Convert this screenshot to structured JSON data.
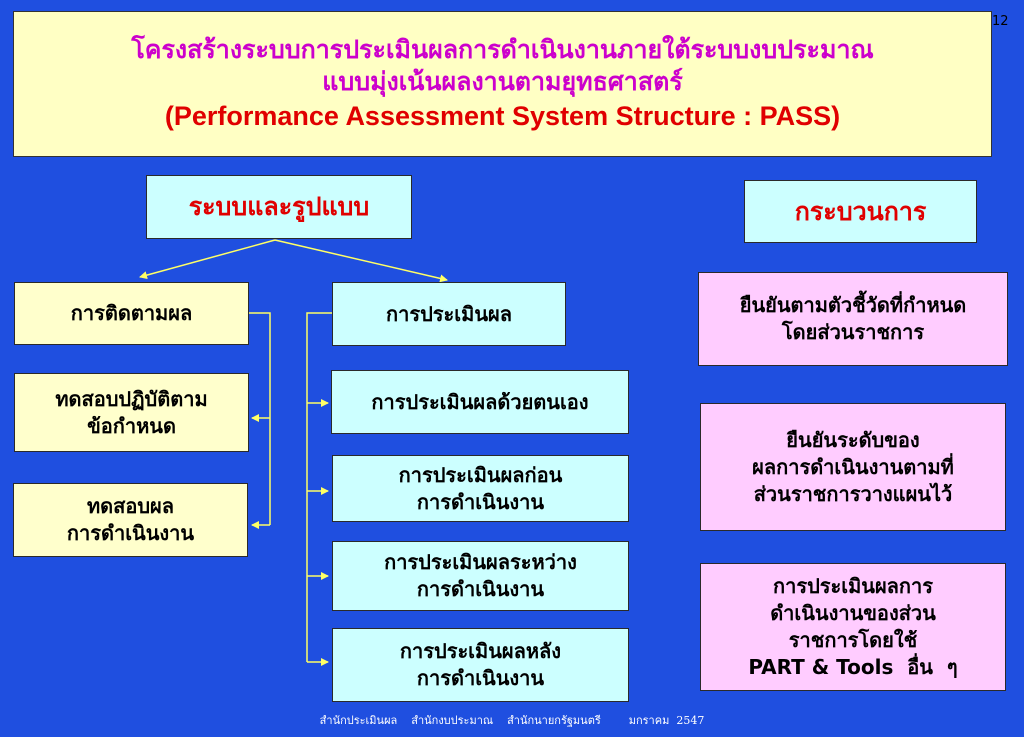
{
  "page_number": "12",
  "title": {
    "line1": "โครงสร้างระบบการประเมินผลการดำเนินงานภายใต้ระบบงบประมาณ",
    "line2": "แบบมุ่งเน้นผลงานตามยุทธศาสตร์",
    "line3": "(Performance Assessment System Structure : PASS)"
  },
  "left_heading": "ระบบและรูปแบบ",
  "right_heading": "กระบวนการ",
  "monitoring": {
    "title": "การติดตามผล",
    "items": [
      {
        "line1": "ทดสอบปฏิบัติตาม",
        "line2": "ข้อกำหนด"
      },
      {
        "line1": "ทดสอบผล",
        "line2": "การดำเนินงาน"
      }
    ]
  },
  "evaluation": {
    "title": "การประเมินผล",
    "items": [
      {
        "line1": "การประเมินผลด้วยตนเอง",
        "line2": ""
      },
      {
        "line1": "การประเมินผลก่อน",
        "line2": "การดำเนินงาน"
      },
      {
        "line1": "การประเมินผลระหว่าง",
        "line2": "การดำเนินงาน"
      },
      {
        "line1": "การประเมินผลหลัง",
        "line2": "การดำเนินงาน"
      }
    ]
  },
  "process": [
    {
      "line1": "ยืนยันตามตัวชี้วัดที่กำหนด",
      "line2": "โดยส่วนราชการ",
      "line3": "",
      "line4": ""
    },
    {
      "line1": "ยืนยันระดับของ",
      "line2": "ผลการดำเนินงานตามที่",
      "line3": "ส่วนราชการวางแผนไว้",
      "line4": ""
    },
    {
      "line1": "การประเมินผลการ",
      "line2": "ดำเนินงานของส่วน",
      "line3": "ราชการโดยใช้",
      "line4": "PART & Tools  อื่น  ๆ"
    }
  ],
  "footer": "สำนักประเมินผล    สำนักงบประมาณ    สำนักนายกรัฐมนตรี        มกราคม  2547",
  "colors": {
    "background": "#1f4fe0",
    "connector": "#ffff66",
    "header_fill": "#ffffc4",
    "title_thai": "#cc00cc",
    "title_english": "#e00000"
  }
}
